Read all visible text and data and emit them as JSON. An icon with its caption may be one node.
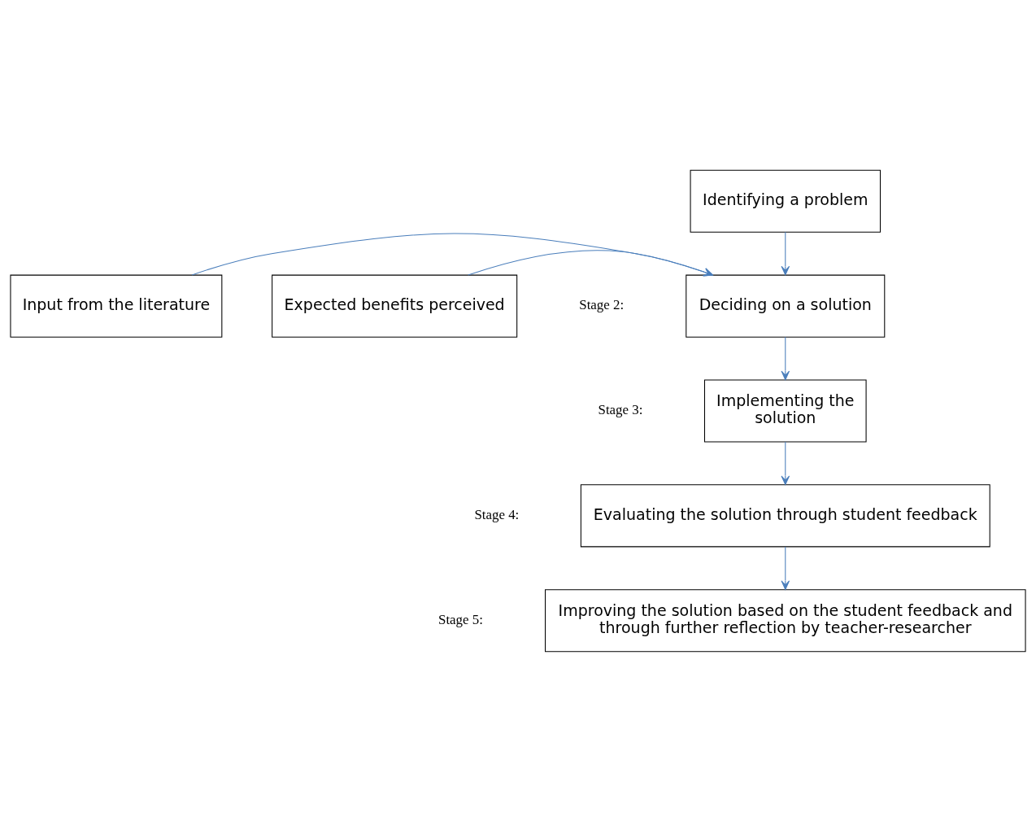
{
  "diagram": {
    "nodes": [
      {
        "text": [
          "Identifying a problem"
        ]
      },
      {
        "text": [
          "Deciding on a solution"
        ]
      },
      {
        "text": [
          "Input from the literature"
        ]
      },
      {
        "text": [
          "Expected benefits perceived"
        ]
      },
      {
        "text": [
          "Implementing the solution"
        ]
      },
      {
        "text": [
          "Evaluating the solution through student feedback"
        ]
      },
      {
        "text": [
          "Improving the solution based on the student feedback and through further reflection by teacher-researcher"
        ]
      }
    ],
    "edges": [
      {
        "from": 0,
        "to": 1,
        "arrow": "to"
      },
      {
        "from": 2,
        "to": 1,
        "arrow": "to"
      },
      {
        "from": 3,
        "to": 1,
        "arrow": "to"
      },
      {
        "from": 1,
        "to": 4,
        "arrow": "to"
      },
      {
        "from": 4,
        "to": 5,
        "arrow": "to"
      },
      {
        "from": 5,
        "to": 6,
        "arrow": "to"
      }
    ],
    "labels": [
      "Stage 2:",
      "Stage 3:",
      "Stage 4:",
      "Stage 5:"
    ]
  }
}
